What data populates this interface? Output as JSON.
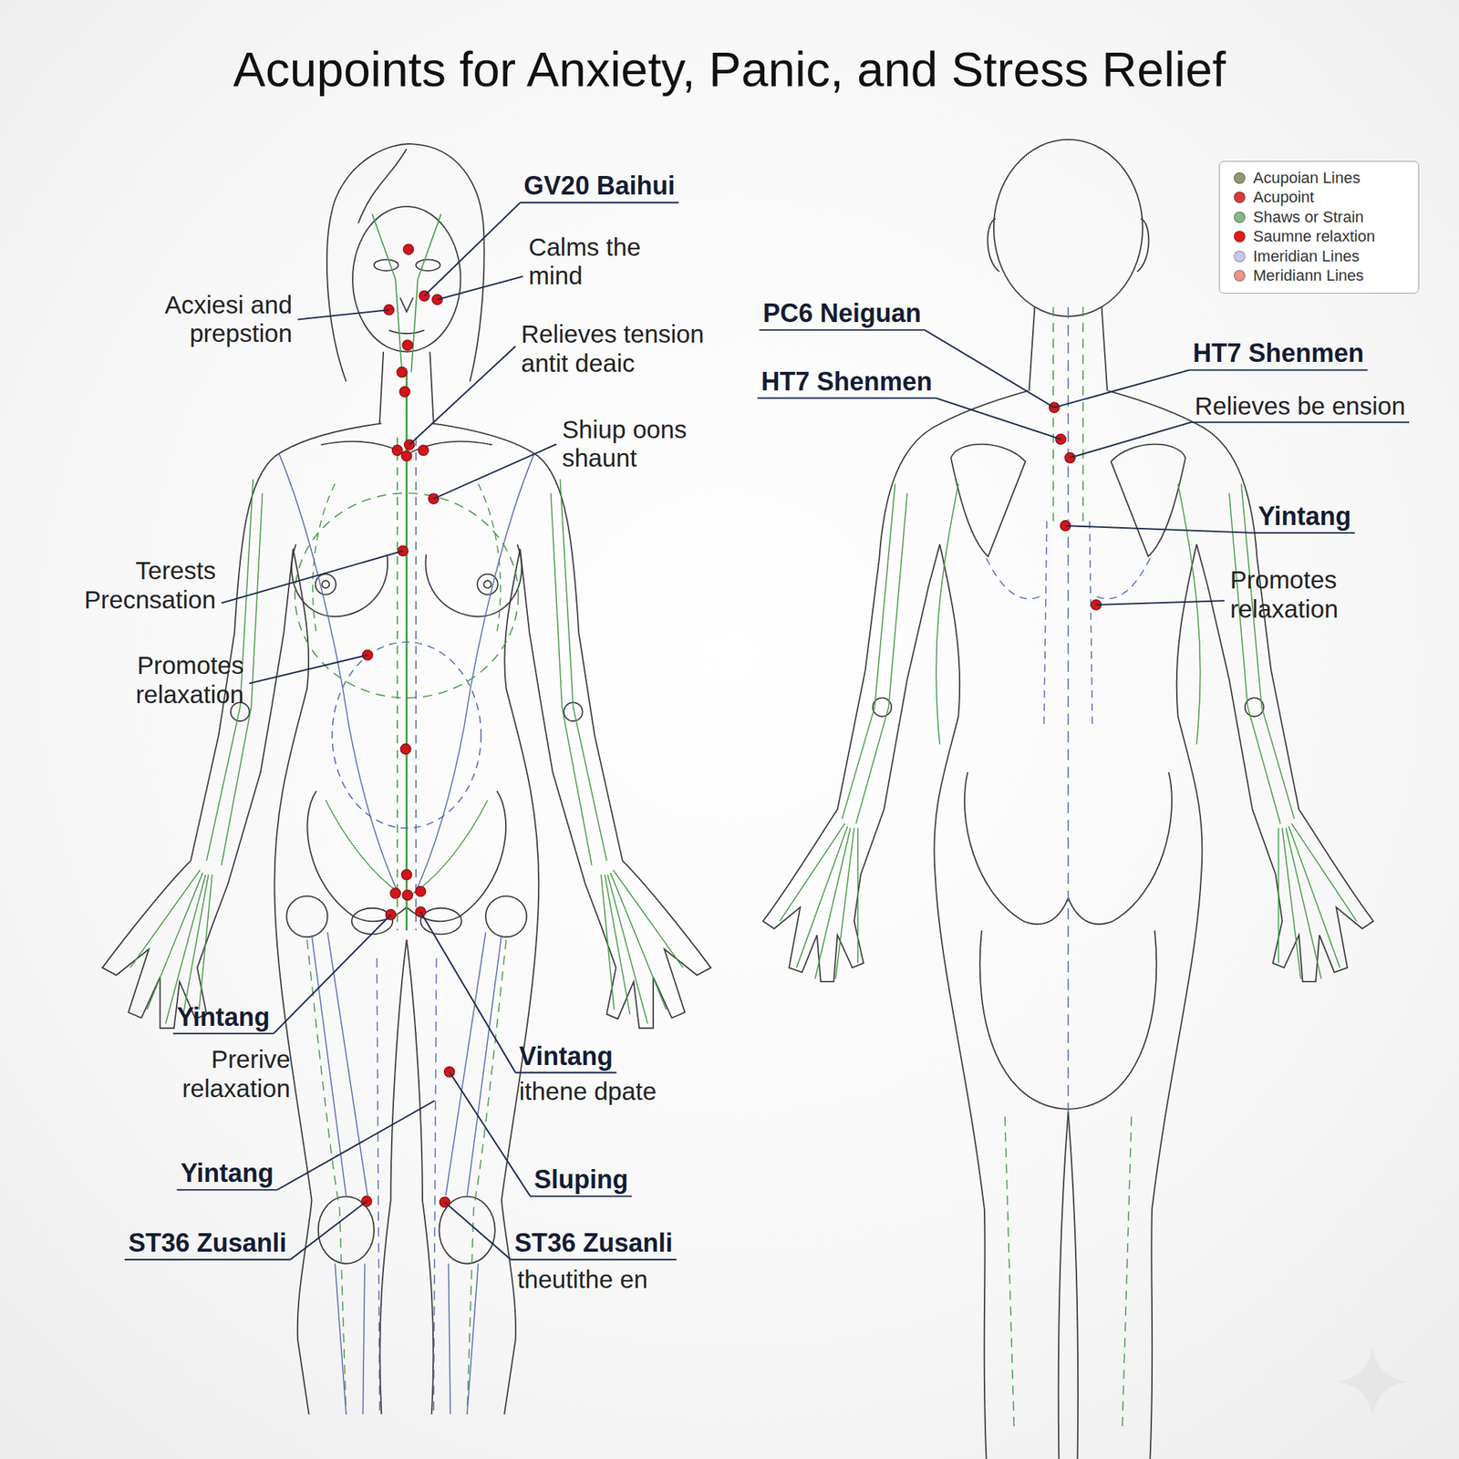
{
  "diagram": {
    "title": "Acupoints for Anxiety, Panic, and Stress Relief",
    "labels": [
      "GV20 Baihui",
      "Calms the mind",
      "Acxiesi and prepstion",
      "Relieves tension antit deaic",
      "Shiup oons shaunt",
      "Terests Precnsation",
      "Promotes relaxation",
      "Yintang",
      "Prerive relaxation",
      "Vintang",
      "ithene dpate",
      "Yintang",
      "Sluping",
      "ST36 Zusanli",
      "ST36 Zusanli",
      "theutithe en",
      "PC6 Neiguan",
      "HT7 Shenmen",
      "HT7 Shenmen",
      "Relieves be ension",
      "Yintang",
      "Promotes relaxation"
    ],
    "legend": [
      {
        "text": "Acupoian Lines",
        "color": "#8f9a6e"
      },
      {
        "text": "Acupoint",
        "color": "#d93a3a"
      },
      {
        "text": "Shaws or Strain",
        "color": "#86b886"
      },
      {
        "text": "Saumne relaxtion",
        "color": "#e01b1b"
      },
      {
        "text": "Imeridian Lines",
        "color": "#c9c6e6"
      },
      {
        "text": "Meridiann Lines",
        "color": "#e8968c"
      }
    ]
  }
}
